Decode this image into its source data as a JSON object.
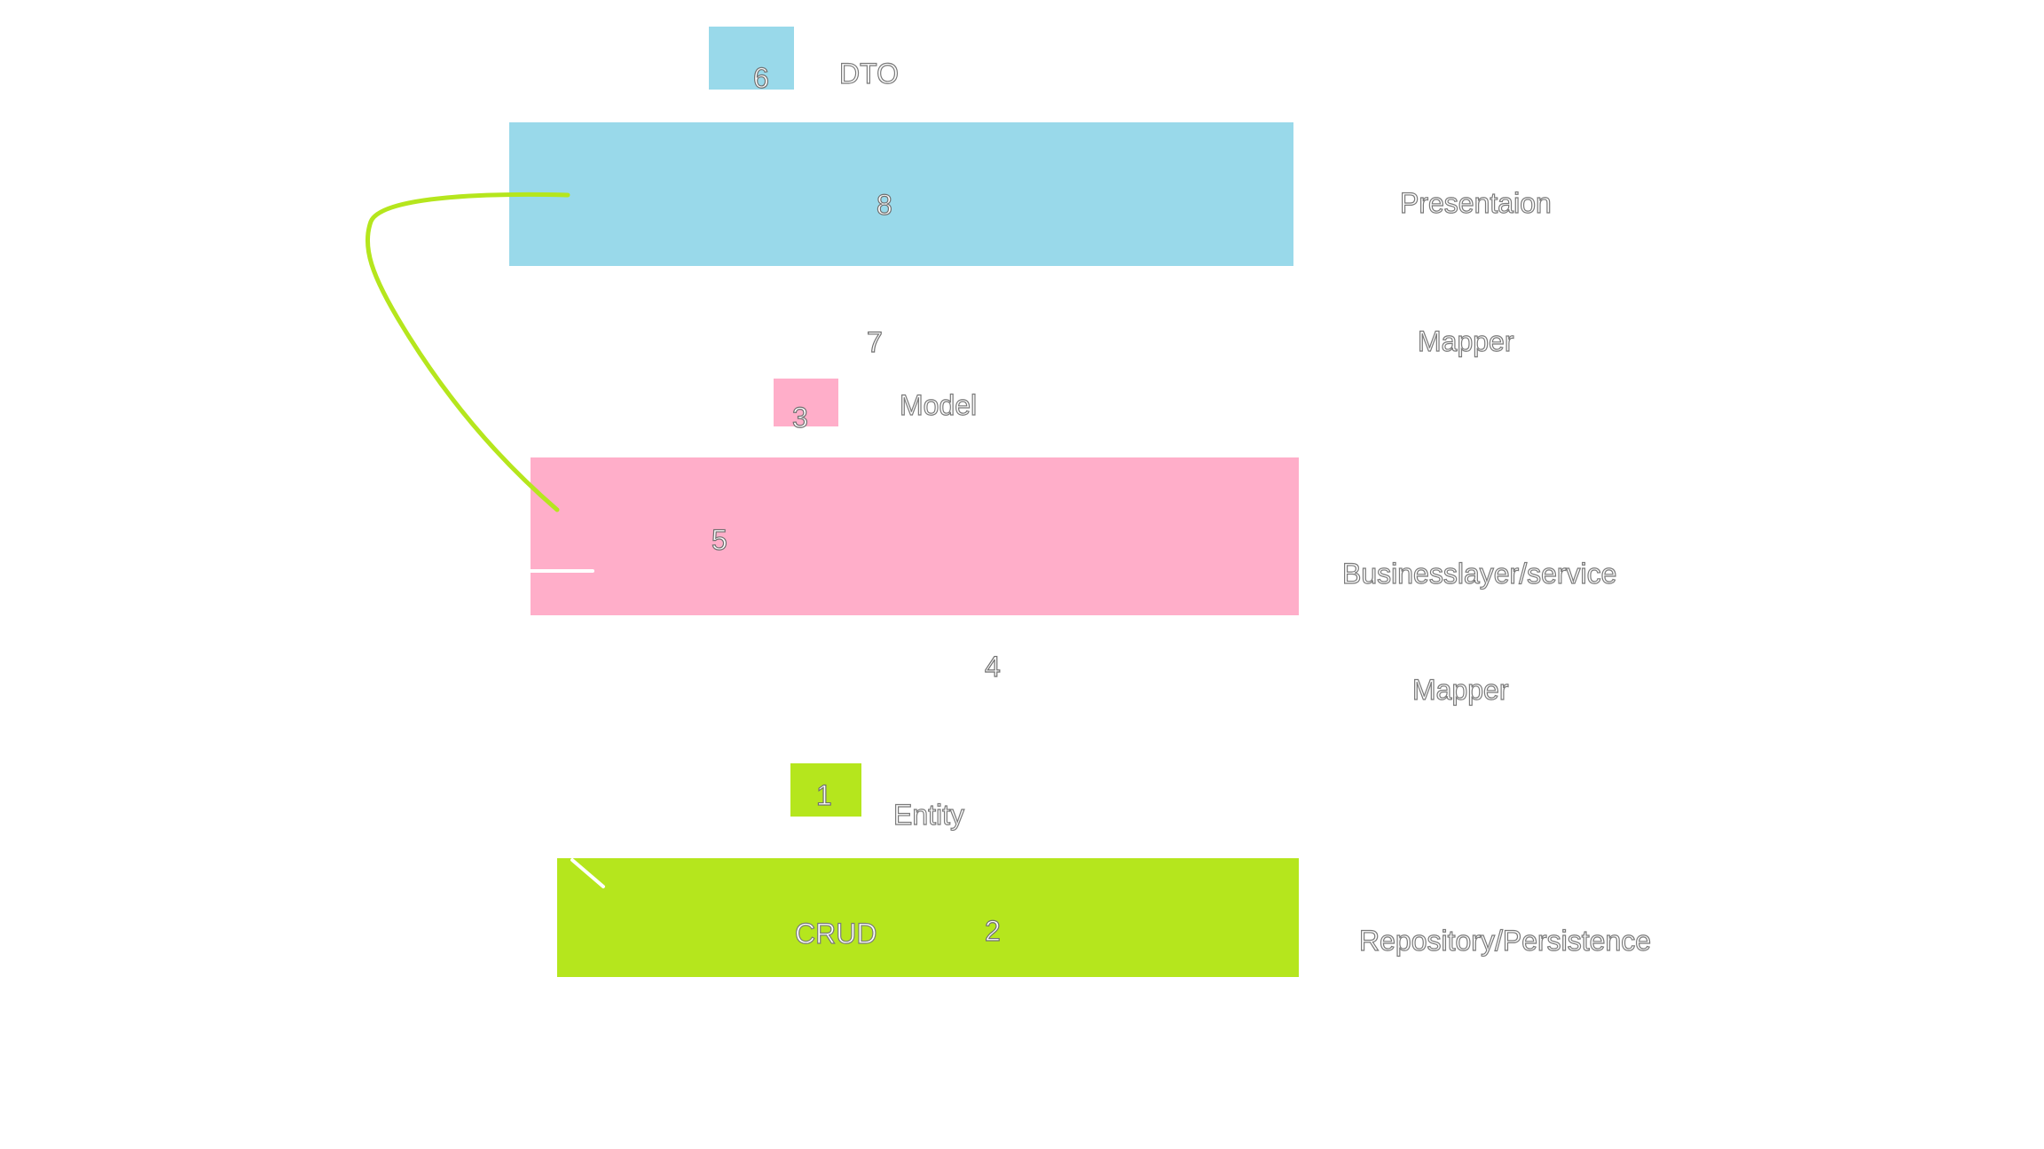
{
  "colors": {
    "blue": "#99d9ea",
    "pink": "#ffaec9",
    "green": "#b5e61d",
    "text_outline": "#7a7a7a",
    "white": "#ffffff"
  },
  "presentation": {
    "dto_number": "6",
    "dto_label": "DTO",
    "layer_number": "8",
    "layer_label": "Presentaion"
  },
  "mapper_top": {
    "number": "7",
    "label": "Mapper"
  },
  "business": {
    "model_number": "3",
    "model_label": "Model",
    "layer_number": "5",
    "layer_label": "Businesslayer/service"
  },
  "mapper_bottom": {
    "number": "4",
    "label": "Mapper"
  },
  "repository": {
    "entity_number": "1",
    "entity_label": "Entity",
    "crud_label": "CRUD",
    "layer_number": "2",
    "layer_label": "Repository/Persistence"
  }
}
